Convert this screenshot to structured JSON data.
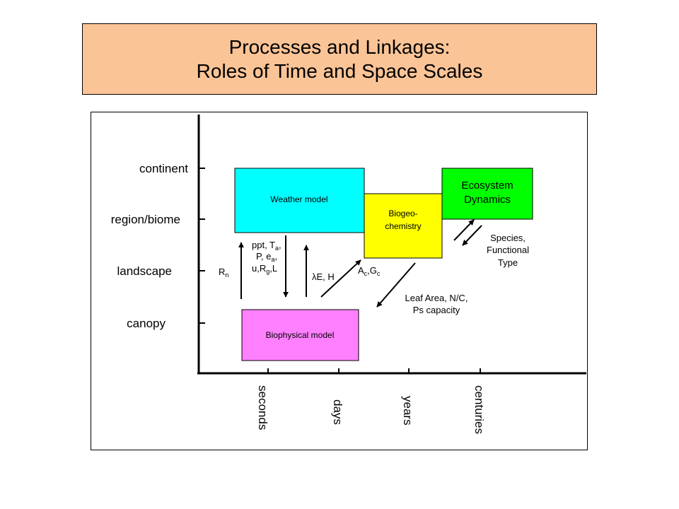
{
  "title": {
    "line1": "Processes and Linkages:",
    "line2": "Roles of Time and Space Scales"
  },
  "y_axis": {
    "ticks": [
      "continent",
      "region/biome",
      "landscape",
      "canopy"
    ]
  },
  "x_axis": {
    "ticks": [
      "seconds",
      "days",
      "years",
      "centuries"
    ]
  },
  "boxes": {
    "weather": {
      "label": "Weather model",
      "color": "#00ffff"
    },
    "biogeo": {
      "line1": "Biogeo-",
      "line2": "chemistry",
      "color": "#ffff00"
    },
    "ecosystem": {
      "line1": "Ecosystem",
      "line2": "Dynamics",
      "color": "#00ff00"
    },
    "biophysical": {
      "label": "Biophysical model",
      "color": "#ff80ff"
    }
  },
  "annotations": {
    "rn": {
      "base": "R",
      "sub": "n"
    },
    "ppt": {
      "line1": {
        "a": "ppt, T",
        "a_sub": "a",
        "b": ","
      },
      "line2": {
        "a": "P, e",
        "a_sub": "a",
        "b": ","
      },
      "line3": {
        "a": "u,R",
        "a_sub": "g",
        "b": ",L"
      }
    },
    "lambda": {
      "text": "λE, H"
    },
    "ac": {
      "a": "A",
      "a_sub": "c",
      "b": ",G",
      "b_sub": "c"
    },
    "species": {
      "line1": "Species,",
      "line2": "Functional",
      "line3": "Type"
    },
    "leaf": {
      "line1": "Leaf Area, N/C,",
      "line2": "Ps capacity"
    }
  }
}
